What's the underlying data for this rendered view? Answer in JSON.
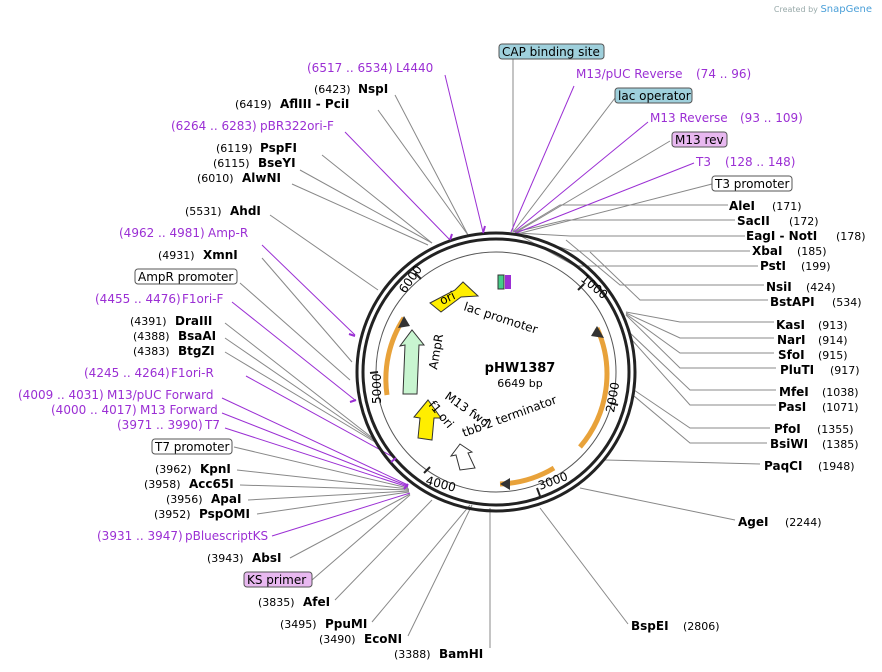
{
  "credit": {
    "prefix": "Created by",
    "brand": "SnapGene"
  },
  "plasmid": {
    "name": "pHW1387",
    "size": "6649 bp"
  },
  "ticks": [
    "1000",
    "2000",
    "3000",
    "4000",
    "5000",
    "6000"
  ],
  "map_features": [
    {
      "label": "ori",
      "kind": "filled-arrow"
    },
    {
      "label": "AmpR",
      "kind": "arrow"
    },
    {
      "label": "lac promoter",
      "kind": "text"
    },
    {
      "label": "M13 fwd",
      "kind": "text"
    },
    {
      "label": "f1 ori",
      "kind": "filled-arrow"
    },
    {
      "label": "tbb-2 terminator",
      "kind": "arrow"
    }
  ],
  "right_labels": [
    {
      "name": "AleI",
      "pos": "(171)"
    },
    {
      "name": "SacII",
      "pos": "(172)"
    },
    {
      "name": "EagI  -  NotI",
      "pos": "(178)"
    },
    {
      "name": "XbaI",
      "pos": "(185)"
    },
    {
      "name": "PstI",
      "pos": "(199)"
    },
    {
      "name": "NsiI",
      "pos": "(424)"
    },
    {
      "name": "BstAPI",
      "pos": "(534)"
    },
    {
      "name": "KasI",
      "pos": "(913)"
    },
    {
      "name": "NarI",
      "pos": "(914)"
    },
    {
      "name": "SfoI",
      "pos": "(915)"
    },
    {
      "name": "PluTI",
      "pos": "(917)"
    },
    {
      "name": "MfeI",
      "pos": "(1038)"
    },
    {
      "name": "PasI",
      "pos": "(1071)"
    },
    {
      "name": "PfoI",
      "pos": "(1355)"
    },
    {
      "name": "BsiWI",
      "pos": "(1385)"
    },
    {
      "name": "PaqCI",
      "pos": "(1948)"
    },
    {
      "name": "AgeI",
      "pos": "(2244)"
    },
    {
      "name": "BspEI",
      "pos": "(2806)"
    }
  ],
  "top_features": [
    {
      "name": "CAP binding site",
      "type": "box-blue"
    },
    {
      "name": "M13/pUC Reverse",
      "pos": "(74 .. 96)"
    },
    {
      "name": "lac operator",
      "type": "box-blue"
    },
    {
      "name": "M13 Reverse",
      "pos": "(93 .. 109)"
    },
    {
      "name": "M13 rev",
      "type": "box-purple"
    },
    {
      "name": "T3",
      "pos": "(128 .. 148)"
    },
    {
      "name": "T3 promoter",
      "type": "box-white"
    }
  ],
  "left_labels": [
    {
      "name": "L4440",
      "pos": "(6517 .. 6534)",
      "type": "feature"
    },
    {
      "name": "NspI",
      "pos": "(6423)"
    },
    {
      "name": "AflIII  -  PciI",
      "pos": "(6419)"
    },
    {
      "name": "pBR322ori-F",
      "pos": "(6264 .. 6283)",
      "type": "feature"
    },
    {
      "name": "PspFI",
      "pos": "(6119)"
    },
    {
      "name": "BseYI",
      "pos": "(6115)"
    },
    {
      "name": "AlwNI",
      "pos": "(6010)"
    },
    {
      "name": "AhdI",
      "pos": "(5531)"
    },
    {
      "name": "Amp-R",
      "pos": "(4962 .. 4981)",
      "type": "feature"
    },
    {
      "name": "XmnI",
      "pos": "(4931)"
    },
    {
      "name": "AmpR promoter",
      "type": "box-white"
    },
    {
      "name": "F1ori-F",
      "pos": "(4455 .. 4476)",
      "type": "feature"
    },
    {
      "name": "DraIII",
      "pos": "(4391)"
    },
    {
      "name": "BsaAI",
      "pos": "(4388)"
    },
    {
      "name": "BtgZI",
      "pos": "(4383)"
    },
    {
      "name": "F1ori-R",
      "pos": "(4245 .. 4264)",
      "type": "feature"
    },
    {
      "name": "M13/pUC Forward",
      "pos": "(4009 .. 4031)",
      "type": "feature"
    },
    {
      "name": "M13 Forward",
      "pos": "(4000 .. 4017)",
      "type": "feature"
    },
    {
      "name": "T7",
      "pos": "(3971 .. 3990)",
      "type": "feature"
    },
    {
      "name": "T7 promoter",
      "type": "box-white"
    },
    {
      "name": "KpnI",
      "pos": "(3962)"
    },
    {
      "name": "Acc65I",
      "pos": "(3958)"
    },
    {
      "name": "ApaI",
      "pos": "(3956)"
    },
    {
      "name": "PspOMI",
      "pos": "(3952)"
    },
    {
      "name": "pBluescriptKS",
      "pos": "(3931 .. 3947)",
      "type": "feature"
    },
    {
      "name": "AbsI",
      "pos": "(3943)"
    },
    {
      "name": "KS primer",
      "type": "box-purple"
    },
    {
      "name": "AfeI",
      "pos": "(3835)"
    },
    {
      "name": "PpuMI",
      "pos": "(3495)"
    },
    {
      "name": "EcoNI",
      "pos": "(3490)"
    },
    {
      "name": "BamHI",
      "pos": "(3388)"
    }
  ],
  "colors": {
    "feature": "#9b2fd4",
    "ring": "#222222",
    "ori": "#ffee00",
    "ampr": "#c8f5d0",
    "orange": "#e8a23a",
    "box_blue": "#9fd0dc",
    "box_purple": "#e8b8f0"
  }
}
